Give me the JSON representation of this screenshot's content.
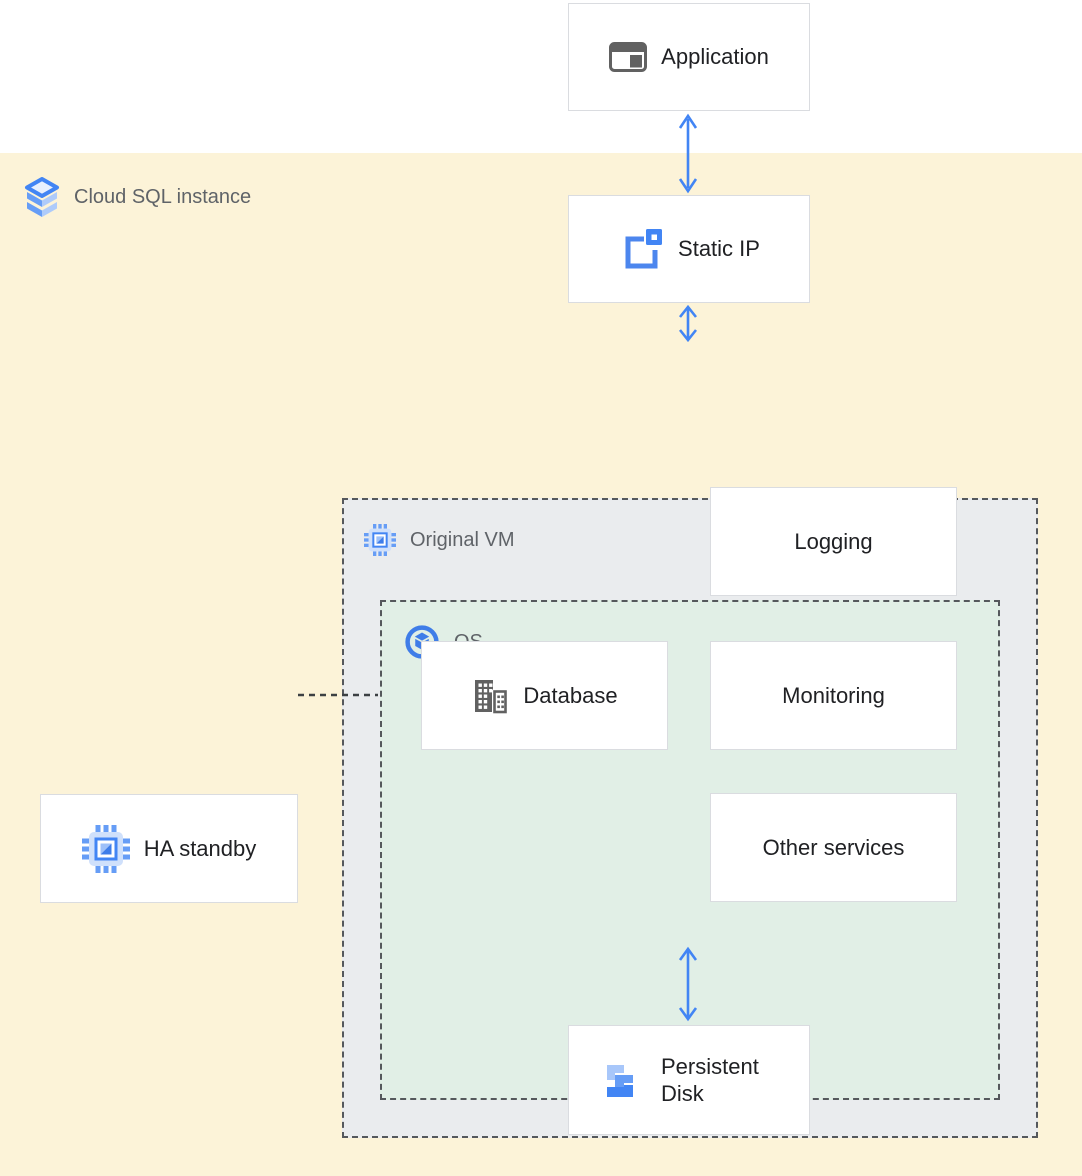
{
  "regions": {
    "cloud_sql": {
      "label": "Cloud SQL instance"
    },
    "original_vm": {
      "label": "Original VM"
    },
    "os": {
      "label": "OS"
    }
  },
  "nodes": {
    "application": {
      "label": "Application"
    },
    "static_ip": {
      "label": "Static IP"
    },
    "ha_standby": {
      "label": "HA standby"
    },
    "database": {
      "label": "Database"
    },
    "logging": {
      "label": "Logging"
    },
    "monitoring": {
      "label": "Monitoring"
    },
    "other_services": {
      "label": "Other services"
    },
    "persistent_disk": {
      "label": "Persistent Disk"
    }
  },
  "connections": [
    {
      "from": "application",
      "to": "static_ip",
      "style": "double-arrow"
    },
    {
      "from": "static_ip",
      "to": "original_vm",
      "style": "double-arrow"
    },
    {
      "from": "os",
      "to": "persistent_disk",
      "style": "double-arrow"
    },
    {
      "from": "ha_standby",
      "to": "os",
      "style": "dashed-line"
    }
  ],
  "colors": {
    "arrow_blue": "#4285f4",
    "region_yellow": "#fcf3d8",
    "vm_gray": "#eaecee",
    "os_green": "#e1efe6",
    "node_border": "#dadce0",
    "dashed_border": "#55585c",
    "muted_text": "#5f6368",
    "dark_text": "#202124",
    "gray_icon": "#616161"
  }
}
